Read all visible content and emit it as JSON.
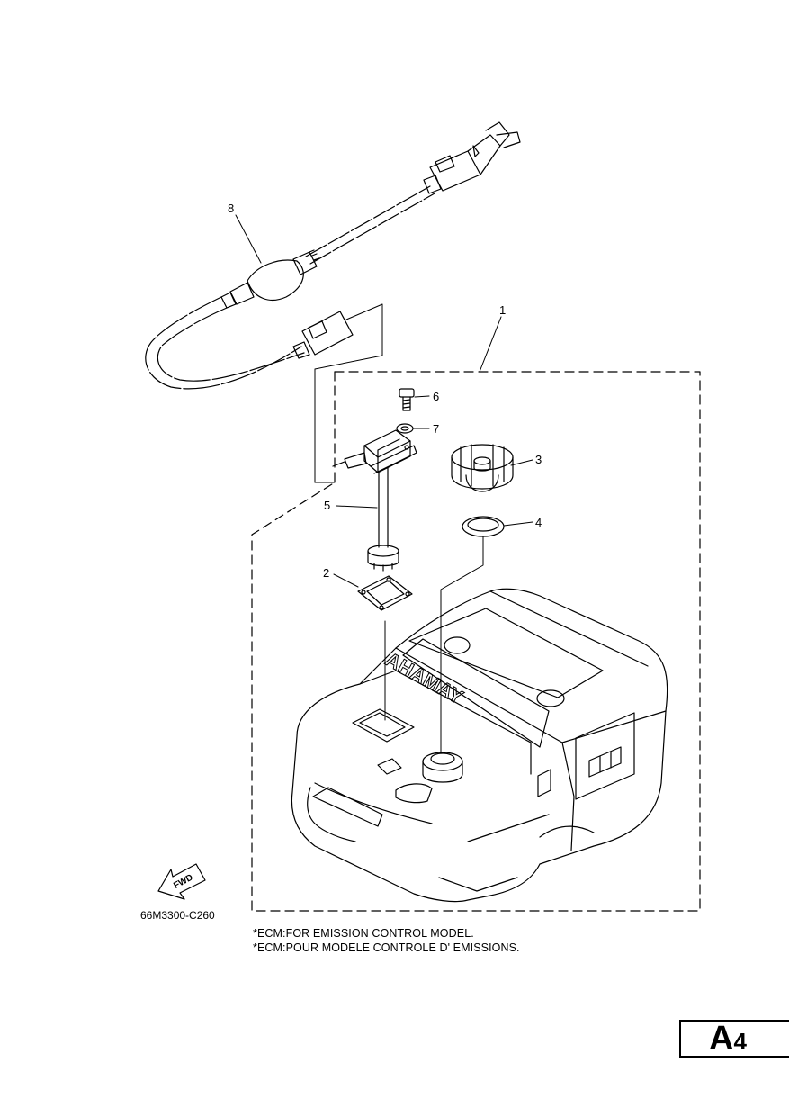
{
  "diagram": {
    "callouts": [
      {
        "id": "c1",
        "text": "1"
      },
      {
        "id": "c2",
        "text": "2"
      },
      {
        "id": "c3",
        "text": "3"
      },
      {
        "id": "c4",
        "text": "4"
      },
      {
        "id": "c5",
        "text": "5"
      },
      {
        "id": "c6",
        "text": "6"
      },
      {
        "id": "c7",
        "text": "7"
      },
      {
        "id": "c8",
        "text": "8"
      }
    ],
    "fwd_label": "FWD",
    "brand_text": "YAMAHA",
    "drawing_code": "66M3300-C260",
    "notes": [
      "*ECM:FOR EMISSION CONTROL MODEL.",
      "*ECM:POUR MODELE CONTROLE D' EMISSIONS."
    ],
    "page_label": {
      "letter": "A",
      "number": "4"
    }
  }
}
